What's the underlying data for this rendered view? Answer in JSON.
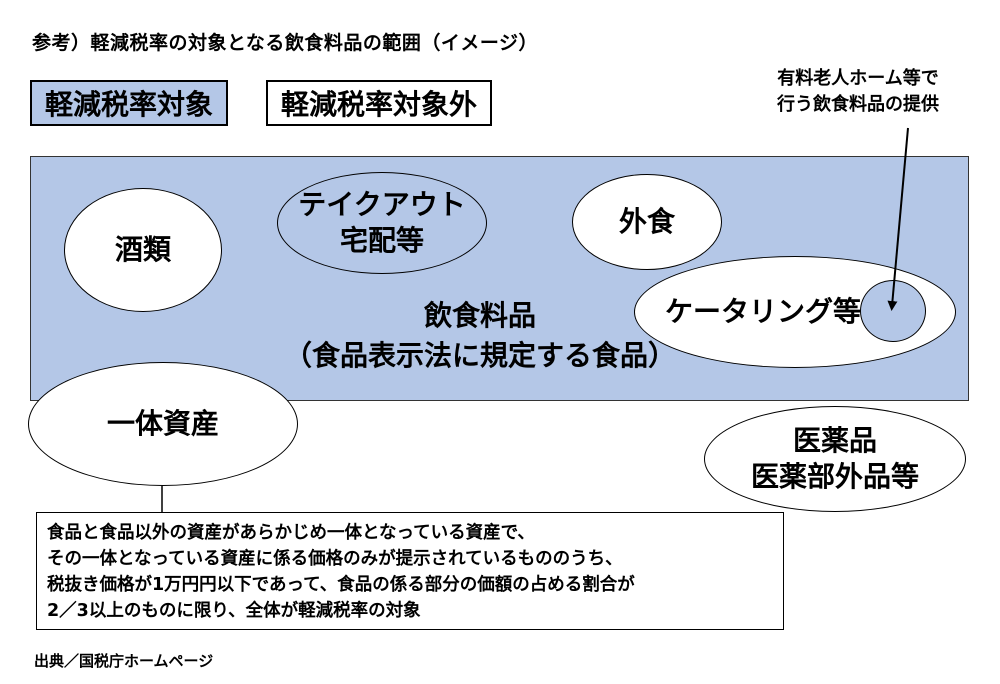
{
  "title": "参考）軽減税率の対象となる飲食料品の範囲（イメージ）",
  "legend": {
    "included": "軽減税率対象",
    "excluded": "軽減税率対象外"
  },
  "callout": {
    "line1": "有料老人ホーム等で",
    "line2": "行う飲食料品の提供"
  },
  "food": {
    "line1": "飲食料品",
    "line2": "（食品表示法に規定する食品）"
  },
  "items": {
    "liquor": "酒類",
    "takeout_line1": "テイクアウト",
    "takeout_line2": "宅配等",
    "dining_out": "外食",
    "catering": "ケータリング等",
    "integrated_asset": "一体資産",
    "medicine_line1": "医薬品",
    "medicine_line2": "医薬部外品等"
  },
  "note": {
    "line1": "食品と食品以外の資産があらかじめ一体となっている資産で、",
    "line2": "その一体となっている資産に係る価格のみが提示されているもののうち、",
    "line3": "税抜き価格が1万円円以下であって、食品の係る部分の価額の占める割合が",
    "line4": "2／3以上のものに限り、全体が軽減税率の対象"
  },
  "source": "出典／国税庁ホームページ",
  "colors": {
    "included_fill": "#b4c7e7",
    "excluded_fill": "#ffffff"
  }
}
